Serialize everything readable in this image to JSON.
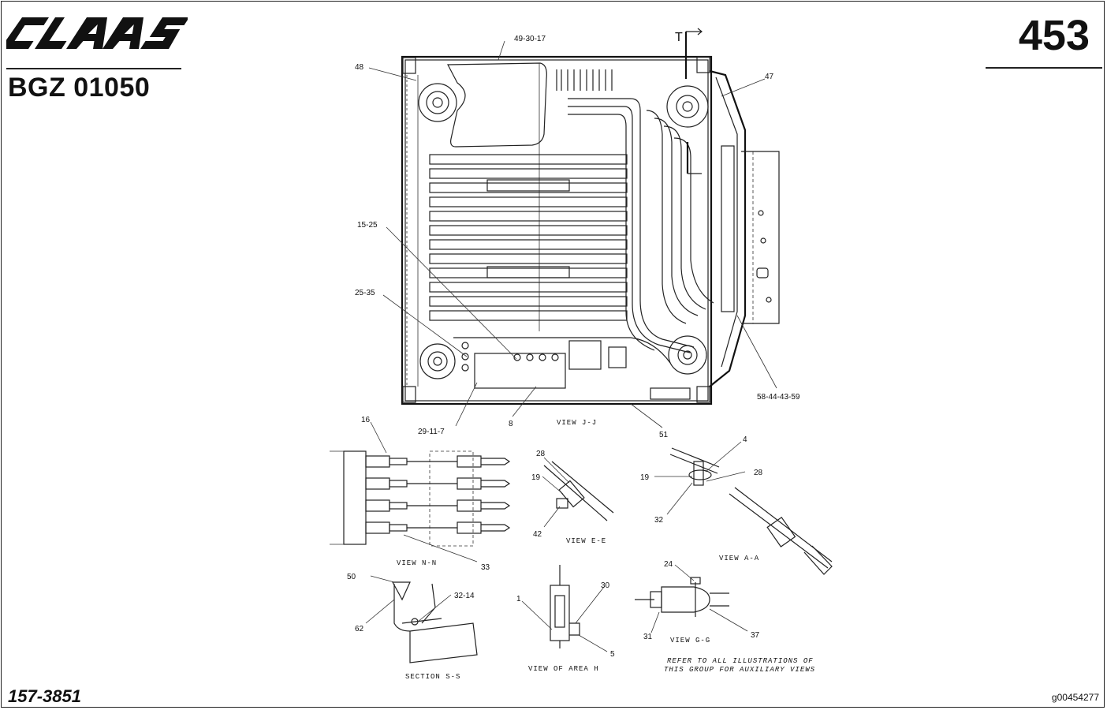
{
  "header": {
    "brand": "CLAAS",
    "group_code": "BGZ 01050",
    "page_number": "453"
  },
  "footer": {
    "part_ref": "157-3851",
    "image_id": "g00454277"
  },
  "callouts": [
    {
      "id": "c49-30-17",
      "text": "49-30-17"
    },
    {
      "id": "cT",
      "text": "T"
    },
    {
      "id": "c48",
      "text": "48"
    },
    {
      "id": "c47",
      "text": "47"
    },
    {
      "id": "c15-25",
      "text": "15-25"
    },
    {
      "id": "c25-35",
      "text": "25-35"
    },
    {
      "id": "c58-44-43-59",
      "text": "58-44-43-59"
    },
    {
      "id": "c29-11-7",
      "text": "29-11-7"
    },
    {
      "id": "c8",
      "text": "8"
    },
    {
      "id": "c51",
      "text": "51"
    },
    {
      "id": "c16",
      "text": "16"
    },
    {
      "id": "c33",
      "text": "33"
    },
    {
      "id": "c28a",
      "text": "28"
    },
    {
      "id": "c19a",
      "text": "19"
    },
    {
      "id": "c42",
      "text": "42"
    },
    {
      "id": "c4",
      "text": "4"
    },
    {
      "id": "c19b",
      "text": "19"
    },
    {
      "id": "c28b",
      "text": "28"
    },
    {
      "id": "c32",
      "text": "32"
    },
    {
      "id": "c50",
      "text": "50"
    },
    {
      "id": "c32-14",
      "text": "32-14"
    },
    {
      "id": "c62",
      "text": "62"
    },
    {
      "id": "c1",
      "text": "1"
    },
    {
      "id": "c30",
      "text": "30"
    },
    {
      "id": "c5",
      "text": "5"
    },
    {
      "id": "c24",
      "text": "24"
    },
    {
      "id": "c31",
      "text": "31"
    },
    {
      "id": "c37",
      "text": "37"
    }
  ],
  "captions": {
    "view_jj": "VIEW J-J",
    "view_nn": "VIEW N-N",
    "view_ee": "VIEW E-E",
    "view_aa": "VIEW A-A",
    "section_ss": "SECTION S-S",
    "view_area_h": "VIEW OF AREA H",
    "view_gg": "VIEW G-G",
    "note_line1": "REFER TO ALL ILLUSTRATIONS OF",
    "note_line2": "THIS GROUP FOR AUXILIARY VIEWS"
  }
}
